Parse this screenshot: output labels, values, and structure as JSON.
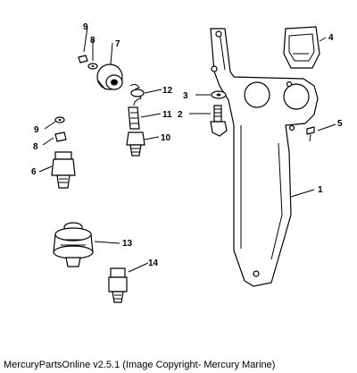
{
  "callouts": {
    "c1": "1",
    "c2": "2",
    "c3": "3",
    "c4": "4",
    "c5": "5",
    "c6": "6",
    "c7": "7",
    "c8a": "8",
    "c8b": "8",
    "c9a": "9",
    "c9b": "9",
    "c10": "10",
    "c11": "11",
    "c12": "12",
    "c13": "13",
    "c14": "14"
  },
  "footer": "MercuryPartsOnline v2.5.1 (Image Copyright- Mercury Marine)"
}
